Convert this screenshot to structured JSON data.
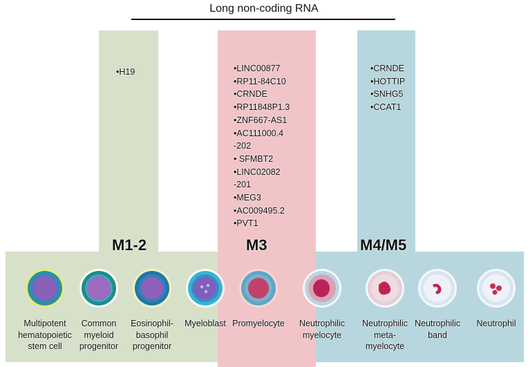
{
  "title": "Long non-coding RNA",
  "groups": {
    "m12": {
      "label": "M1-2",
      "genes": [
        "•H19"
      ]
    },
    "m3": {
      "label": "M3",
      "genes": [
        "•LINC00877",
        "•RP11-84C10",
        "•CRNDE",
        "•RP11848P1.3",
        "•ZNF667-AS1",
        "•AC111000.4",
        "-202",
        "• SFMBT2",
        "•LINC02082",
        "-201",
        "•MEG3",
        "•AC009495.2",
        "•PVT1"
      ]
    },
    "m45": {
      "label": "M4/M5",
      "genes": [
        "•CRNDE",
        "•HOTTIP",
        "•SNHG5",
        "•CCAT1"
      ]
    }
  },
  "cells": [
    {
      "name": "Multipotent hematopoietic stem cell",
      "lines": [
        "Multipotent",
        "hematopoietic",
        "stem cell"
      ]
    },
    {
      "name": "Common myeloid progenitor",
      "lines": [
        "Common",
        "myeloid",
        "progenitor"
      ]
    },
    {
      "name": "Eosinophil-basophil progenitor",
      "lines": [
        "Eosinophil-",
        "basophil",
        "progenitor"
      ]
    },
    {
      "name": "Myeloblast",
      "lines": [
        "Myeloblast"
      ]
    },
    {
      "name": "Promyelocyte",
      "lines": [
        "Promyelocyte"
      ]
    },
    {
      "name": "Neutrophilic myelocyte",
      "lines": [
        "Neutrophilic",
        "myelocyte"
      ]
    },
    {
      "name": "Neutrophilic meta-myelocyte",
      "lines": [
        "Neutrophilic",
        "meta-",
        "myelocyte"
      ]
    },
    {
      "name": "Neutrophilic band",
      "lines": [
        "Neutrophilic",
        "band"
      ]
    },
    {
      "name": "Neutrophil",
      "lines": [
        "Neutrophil"
      ]
    }
  ],
  "colors": {
    "m12_panel": "#d7e1c9",
    "m3_panel": "#f1c4c8",
    "m45_panel": "#b7d6de"
  }
}
